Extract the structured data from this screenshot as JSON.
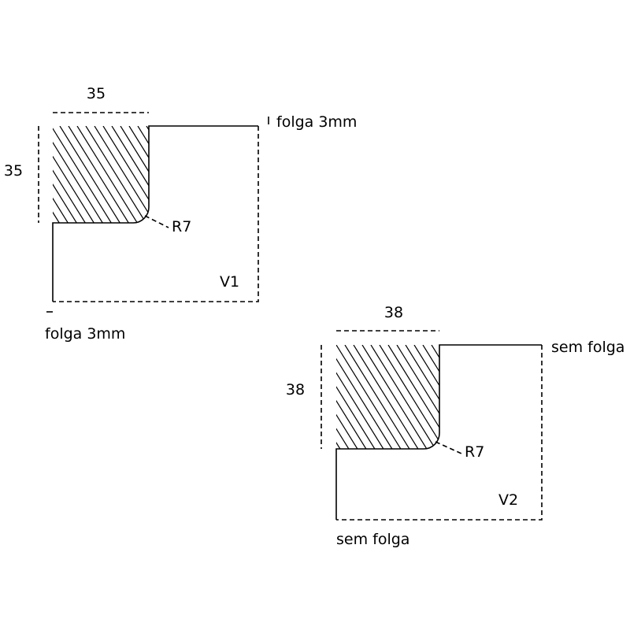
{
  "v1": {
    "label": "V1",
    "width_dim": "35",
    "height_dim": "35",
    "radius_label": "R7",
    "gap_top_label": "folga 3mm",
    "gap_bottom_label": "folga 3mm"
  },
  "v2": {
    "label": "V2",
    "width_dim": "38",
    "height_dim": "38",
    "radius_label": "R7",
    "gap_top_label": "sem folga",
    "gap_bottom_label": "sem folga"
  },
  "colors": {
    "line": "#000000",
    "background": "#ffffff"
  }
}
